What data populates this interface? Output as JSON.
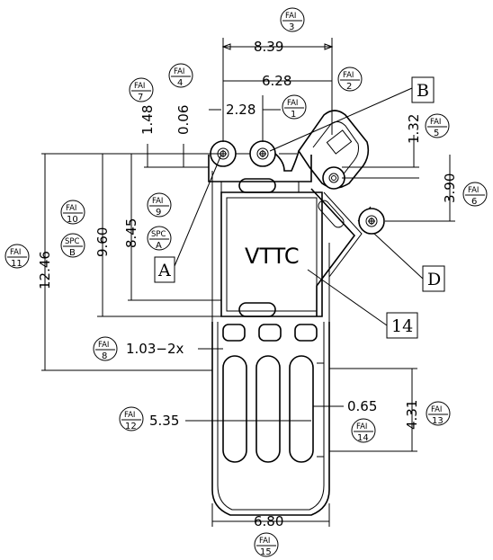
{
  "dimensions": {
    "d_8_39": "8.39",
    "d_6_28": "6.28",
    "d_2_28": "2.28",
    "d_0_06": "0.06",
    "d_1_48": "1.48",
    "d_1_32": "1.32",
    "d_3_90": "3.90",
    "d_12_46": "12.46",
    "d_9_60": "9.60",
    "d_8_45": "8.45",
    "d_1_03": "1.03−2x",
    "d_0_65": "0.65",
    "d_5_35": "5.35",
    "d_4_31": "4.31",
    "d_6_80": "6.80"
  },
  "fai_tag": "FAI",
  "spc_tag": "SPC",
  "balloons": {
    "fai1": "1",
    "fai2": "2",
    "fai3": "3",
    "fai4": "4",
    "fai5": "5",
    "fai6": "6",
    "fai7": "7",
    "fai8": "8",
    "fai9": "9",
    "fai10": "10",
    "fai11": "11",
    "fai12": "12",
    "fai13": "13",
    "fai14": "14",
    "fai15": "15",
    "spcA": "A",
    "spcB": "B"
  },
  "datum_boxes": {
    "A": "A",
    "B": "B",
    "D": "D",
    "callout": "14"
  },
  "part_mark": "VTTC"
}
